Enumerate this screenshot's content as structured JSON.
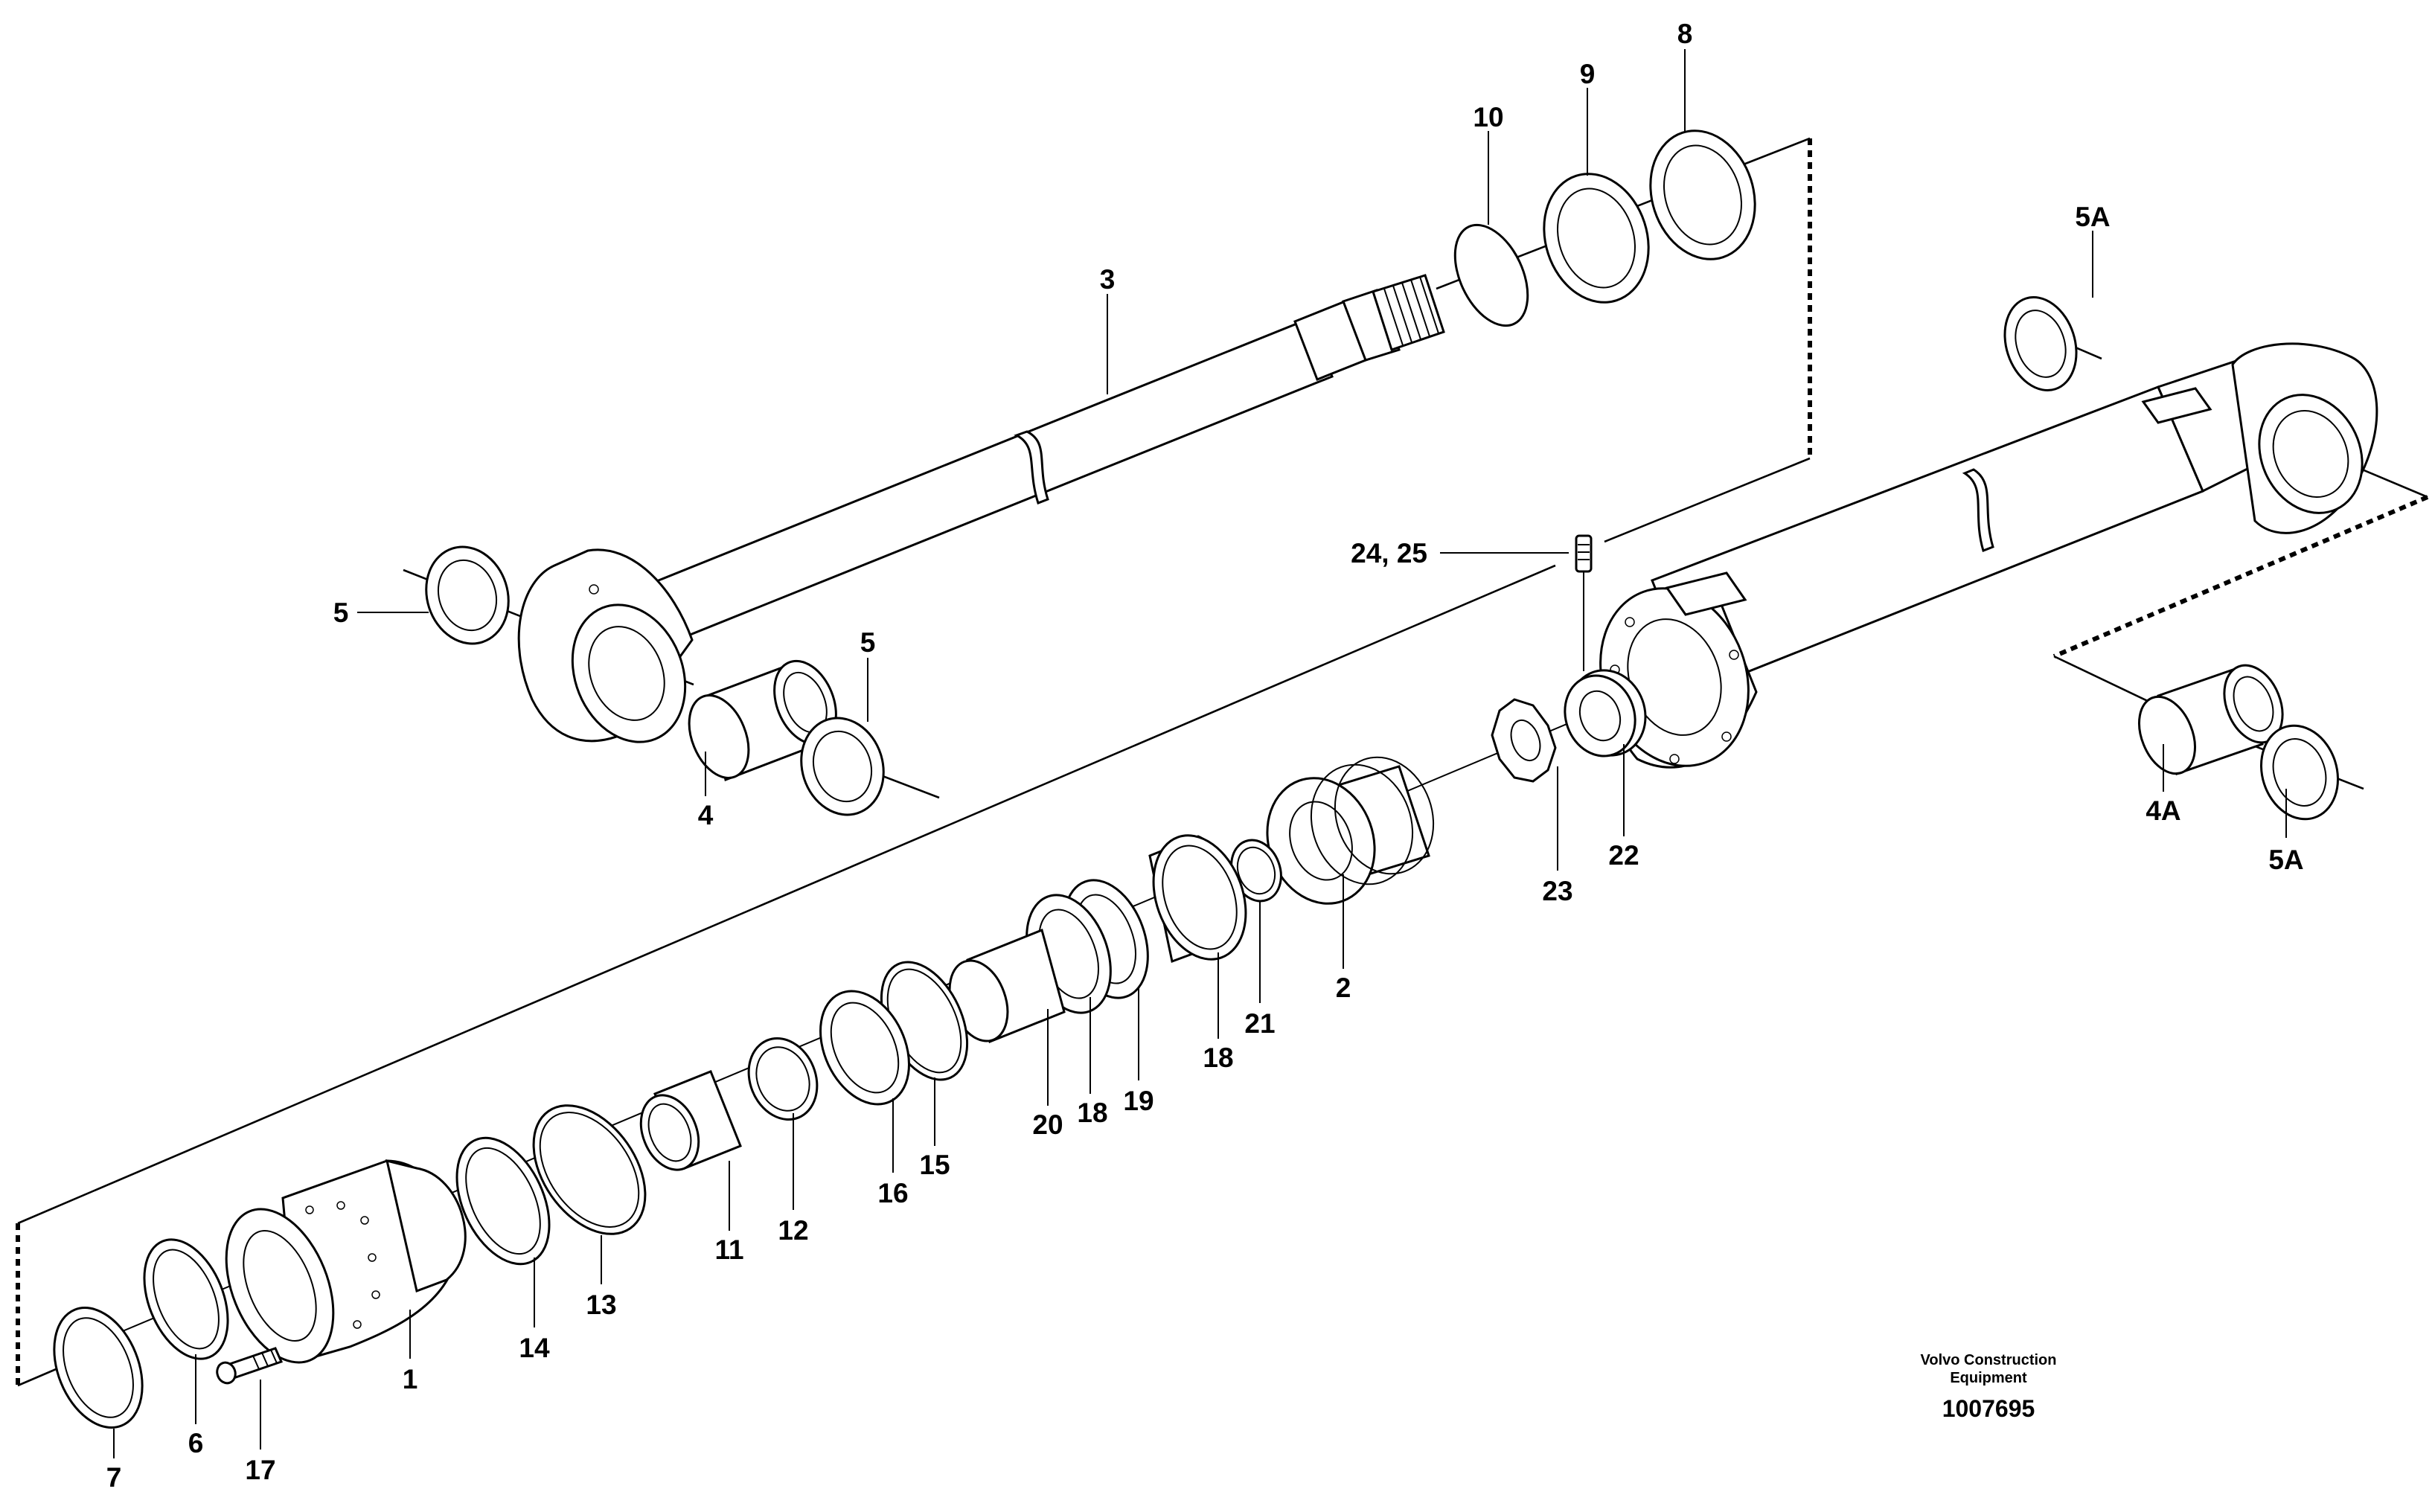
{
  "diagram": {
    "labels": {
      "l1": "1",
      "l2": "2",
      "l3": "3",
      "l4": "4",
      "l4a": "4A",
      "l5a": "5",
      "l5b": "5",
      "l5a_top": "5A",
      "l5a_bot": "5A",
      "l6": "6",
      "l7": "7",
      "l8": "8",
      "l9": "9",
      "l10": "10",
      "l11": "11",
      "l12": "12",
      "l13": "13",
      "l14": "14",
      "l15": "15",
      "l16": "16",
      "l17": "17",
      "l18a": "18",
      "l18b": "18",
      "l19": "19",
      "l20": "20",
      "l21": "21",
      "l22": "22",
      "l23": "23",
      "l2425": "24, 25"
    },
    "caption": {
      "line1": "Volvo Construction",
      "line2": "Equipment",
      "number": "1007695"
    }
  }
}
